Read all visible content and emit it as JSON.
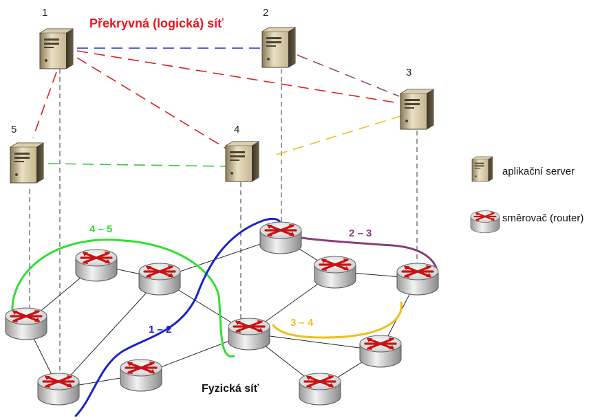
{
  "overlay": {
    "title": "Překryvná (logická) síť",
    "title_color": "#e8141c"
  },
  "physical": {
    "title": "Fyzická síť"
  },
  "servers": [
    {
      "id": "1",
      "label": "1"
    },
    {
      "id": "2",
      "label": "2"
    },
    {
      "id": "3",
      "label": "3"
    },
    {
      "id": "4",
      "label": "4"
    },
    {
      "id": "5",
      "label": "5"
    }
  ],
  "overlay_links": [
    {
      "from": "1",
      "to": "2",
      "color": "#1f2fd6"
    },
    {
      "from": "1",
      "to": "3",
      "color": "#e01e1e"
    },
    {
      "from": "1",
      "to": "4",
      "color": "#e01e1e"
    },
    {
      "from": "1",
      "to": "5",
      "color": "#e01e1e"
    },
    {
      "from": "2",
      "to": "3",
      "color": "#8c4a7a"
    },
    {
      "from": "5",
      "to": "4",
      "color": "#39c639"
    },
    {
      "from": "4",
      "to": "3",
      "color": "#f0be1a"
    }
  ],
  "physical_paths": [
    {
      "label": "4 – 5",
      "color": "#33dd33"
    },
    {
      "label": "1 – 2",
      "color": "#1a22c8"
    },
    {
      "label": "2 – 3",
      "color": "#8a3c78"
    },
    {
      "label": "3 – 4",
      "color": "#f2bd18"
    }
  ],
  "legend": {
    "server_label": "aplikační server",
    "router_label": "směrovač (router)"
  }
}
